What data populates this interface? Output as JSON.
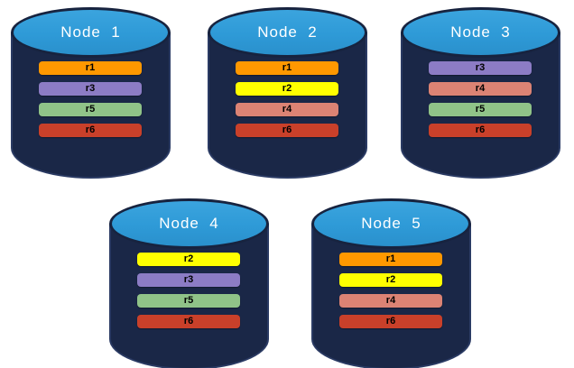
{
  "diagram": {
    "description": "Five database node cylinders showing replica placement",
    "background": "#FFFFFF"
  },
  "palette": {
    "cylinder_body": "#1A2747",
    "cylinder_body_edge": "#2A3A63",
    "cylinder_top": "#2E9AD7",
    "cylinder_top_rim": "#17233F",
    "title_text": "#FFFFFF",
    "bar_text": "#000000"
  },
  "replica_colors": {
    "r1": "#FF9800",
    "r2": "#FFFF00",
    "r3": "#8C7CC5",
    "r4": "#DC8374",
    "r5": "#90C388",
    "r6": "#C9402A"
  },
  "nodes": [
    {
      "title": "Node  1",
      "replicas": [
        "r1",
        "r3",
        "r5",
        "r6"
      ]
    },
    {
      "title": "Node  2",
      "replicas": [
        "r1",
        "r2",
        "r4",
        "r6"
      ]
    },
    {
      "title": "Node  3",
      "replicas": [
        "r3",
        "r4",
        "r5",
        "r6"
      ]
    },
    {
      "title": "Node  4",
      "replicas": [
        "r2",
        "r3",
        "r5",
        "r6"
      ]
    },
    {
      "title": "Node  5",
      "replicas": [
        "r1",
        "r2",
        "r4",
        "r6"
      ]
    }
  ]
}
